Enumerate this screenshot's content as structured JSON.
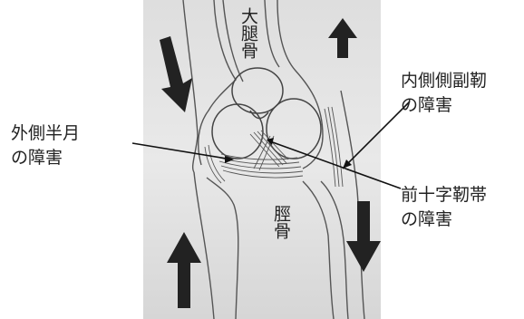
{
  "labels": {
    "femur": "大腿骨",
    "tibia": "脛骨",
    "mcl": [
      "内側側副靭",
      "の障害"
    ],
    "lateral_meniscus": [
      "外側半月",
      "の障害"
    ],
    "acl": [
      "前十字靭帯",
      "の障害"
    ]
  }
}
